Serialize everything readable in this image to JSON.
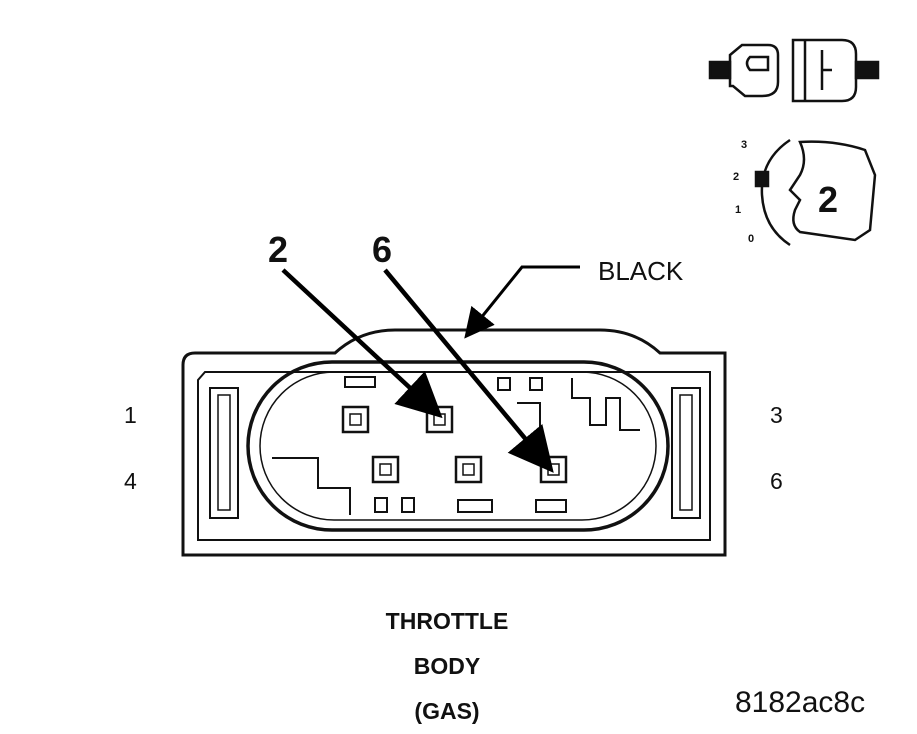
{
  "callouts": {
    "left": "2",
    "right": "6"
  },
  "wire_color_label": "BLACK",
  "pin_numbers": {
    "top_left": "1",
    "bottom_left": "4",
    "top_right": "3",
    "bottom_right": "6"
  },
  "title": {
    "line1": "THROTTLE",
    "line2": "BODY",
    "line3": "(GAS)"
  },
  "figure_id": "8182ac8c",
  "icon_legend": {
    "connector_icon": "connector-pair-icon",
    "scale_marks": [
      "3",
      "2",
      "1",
      "0"
    ],
    "scale_value": "2"
  }
}
